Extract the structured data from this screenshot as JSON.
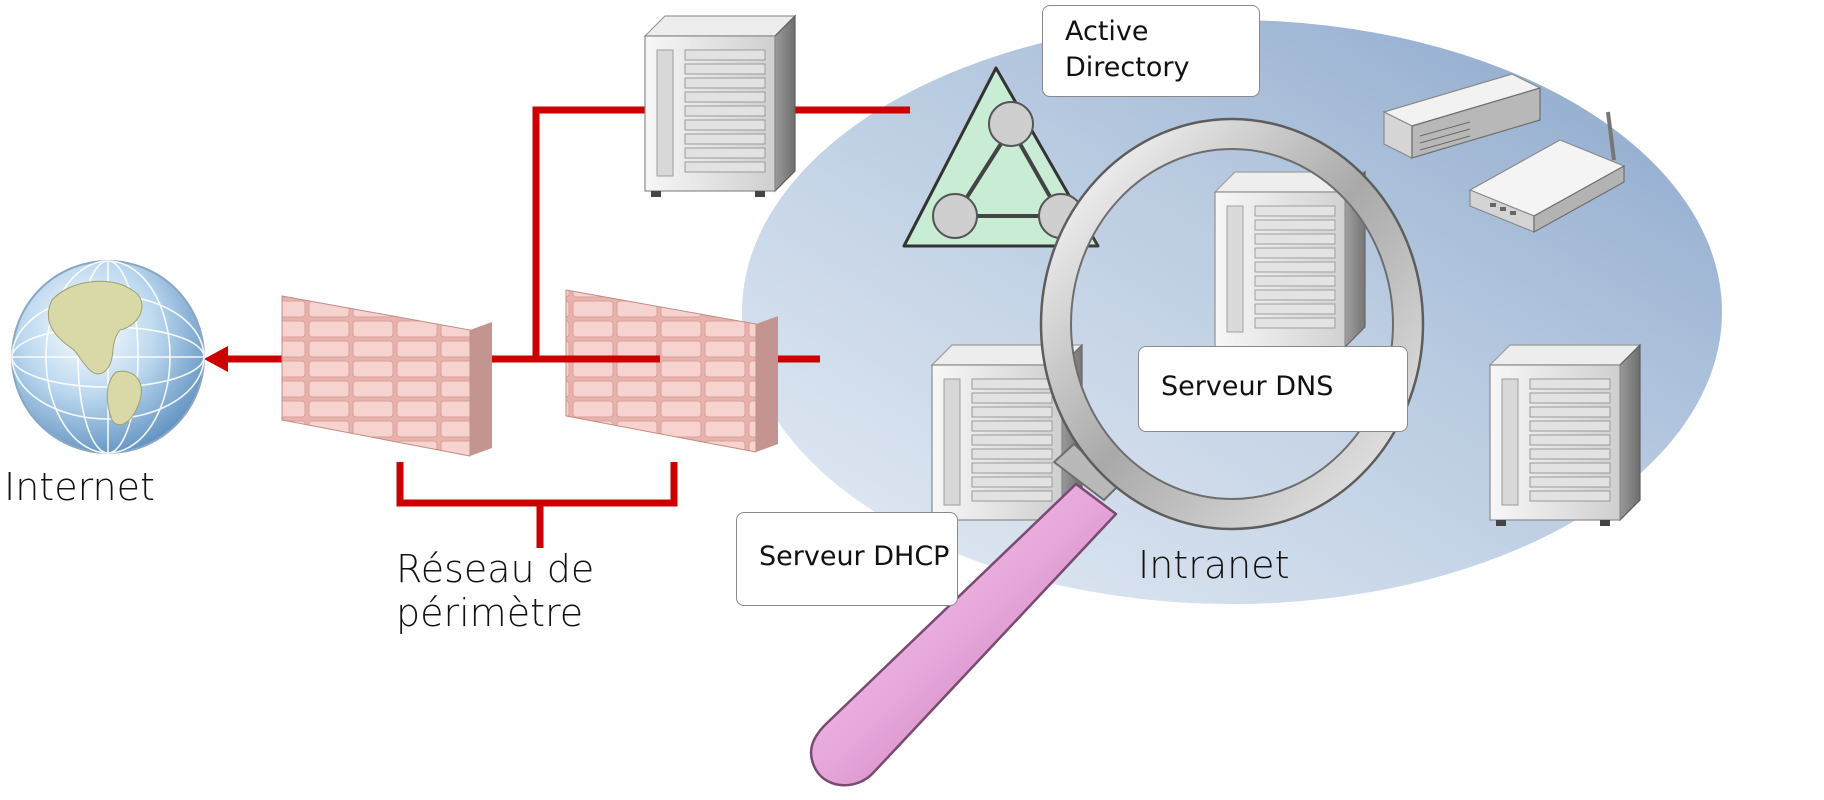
{
  "labels": {
    "internet": "Internet",
    "perimeter_line1": "Réseau de",
    "perimeter_line2": "périmètre",
    "intranet": "Intranet"
  },
  "callouts": {
    "active_directory_line1": "Active",
    "active_directory_line2": "Directory",
    "dns_server": "Serveur DNS",
    "dhcp_server": "Serveur DHCP"
  },
  "colors": {
    "link": "#cc0000",
    "firewall_brick": "#f2c4bf",
    "intranet_fill_light": "#dde6f1",
    "intranet_fill_dark": "#8fa9cb",
    "active_directory_fill": "#c8ecd4",
    "magnifier_handle": "#e9aede",
    "server_body": "#dcdcdc"
  },
  "icons": {
    "internet": "globe-icon",
    "firewall": "brick-wall-icon",
    "server": "tower-server-icon",
    "rack_device": "rack-server-icon",
    "router": "router-icon",
    "active_directory": "triangle-network-icon",
    "magnifier": "magnifying-glass-icon"
  }
}
